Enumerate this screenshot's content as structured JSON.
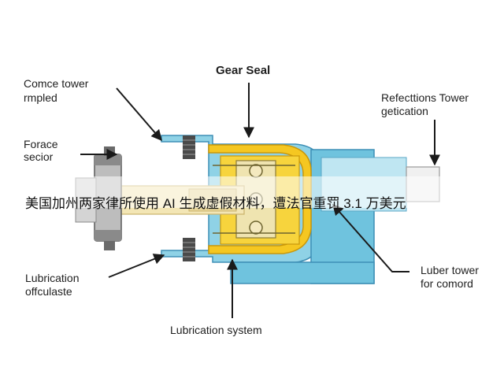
{
  "labels": {
    "gear_seal": "Gear Seal",
    "comce_tower_line1": "Comce tower",
    "comce_tower_line2": "rmpled",
    "forace_line1": "Forace",
    "forace_line2": "secior",
    "refections_line1": "Refecttions Tower",
    "refections_line2": "getication",
    "lub_offc_line1": "Lubrication",
    "lub_offc_line2": "offculaste",
    "luber_line1": "Luber tower",
    "luber_line2": "for comord",
    "lub_system": "Lubrication system"
  },
  "caption": "美国加州两家律所使用 AI 生成虚假材料，遭法官重罚 3.1 万美元",
  "colors": {
    "housing": "#7ec9e0",
    "housing_stroke": "#3e8fb5",
    "seal": "#f5c721",
    "seal_stroke": "#c9980c",
    "metal": "#c8c8c8",
    "dark_metal": "#5a5a5a",
    "arrow": "#1a1a1a"
  }
}
